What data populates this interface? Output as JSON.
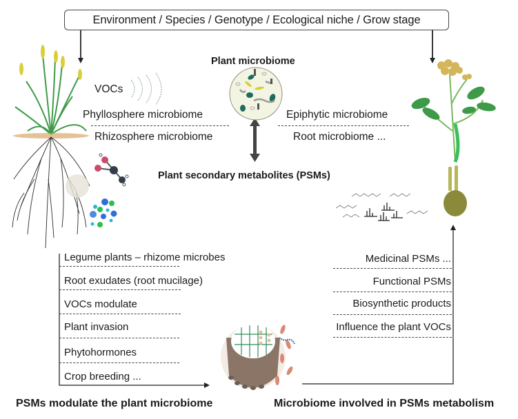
{
  "header": {
    "factors": "Environment  / Species / Genotype / Ecological niche / Grow stage"
  },
  "center": {
    "microbiome_title": "Plant microbiome",
    "psms_title": "Plant secondary metabolites (PSMs)",
    "vocs": "VOCs",
    "left_labels": [
      "Phyllosphere  microbiome",
      "Rhizosphere  microbiome"
    ],
    "right_labels": [
      "Epiphytic microbiome",
      "Root microbiome ..."
    ]
  },
  "left_list": {
    "items": [
      "Legume plants – rhizome  microbes",
      "Root exudates (root mucilage)",
      "VOCs modulate",
      "Plant invasion",
      "Phytohormones",
      "Crop breeding ..."
    ],
    "caption": "PSMs modulate the plant microbiome"
  },
  "right_list": {
    "items": [
      "Medicinal  PSMs ...",
      "Functional PSMs",
      "Biosynthetic products",
      "Influence the plant VOCs"
    ],
    "caption": "Microbiome involved in PSMs metabolism"
  },
  "illustrations": {
    "left_plant": "grass-with-roots",
    "right_plant": "medicinal-herb-with-rhizome",
    "microbe_circle": "microbe-community",
    "root_cross_section": "root-cross-section-with-microbes",
    "molecules": "chemical-structures"
  },
  "colors": {
    "line": "#444444",
    "text": "#1a1a1a",
    "leaf_green": "#3e9a48",
    "grass_yellow": "#d9cf3a",
    "microbe_teal": "#1f6b5e",
    "root_brown": "#8a7566",
    "microbe_pink": "#d98a74"
  }
}
